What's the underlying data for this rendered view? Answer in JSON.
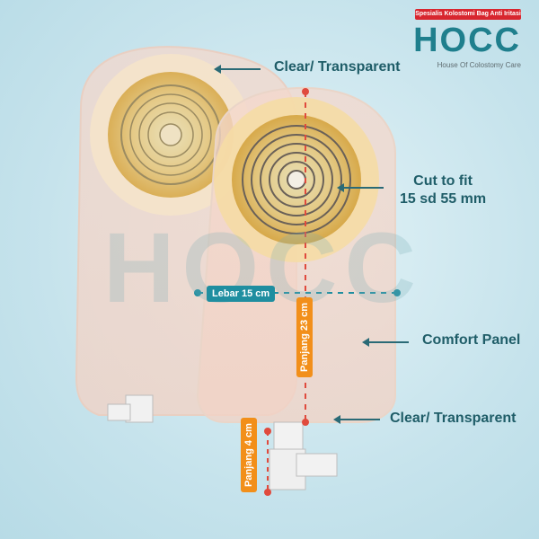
{
  "logo": {
    "tagline": "Spesialis Kolostomi Bag Anti Iritasi",
    "brand": "HOCC",
    "subtitle": "House Of Colostomy Care"
  },
  "callouts": {
    "top_left": "Clear/ Transparent",
    "cut_fit_1": "Cut to fit",
    "cut_fit_2": "15 sd 55 mm",
    "comfort": "Comfort Panel",
    "bottom_clear": "Clear/ Transparent"
  },
  "measurements": {
    "width": "Lebar 15 cm",
    "length": "Panjang 23 cm",
    "tap": "Panjang 4 cm"
  },
  "colors": {
    "accent_orange": "#f28f1a",
    "measure_red": "#e04a3d",
    "teal": "#1f5d68",
    "logo_red": "#d8262f",
    "logo_teal": "#1f7f8d"
  }
}
